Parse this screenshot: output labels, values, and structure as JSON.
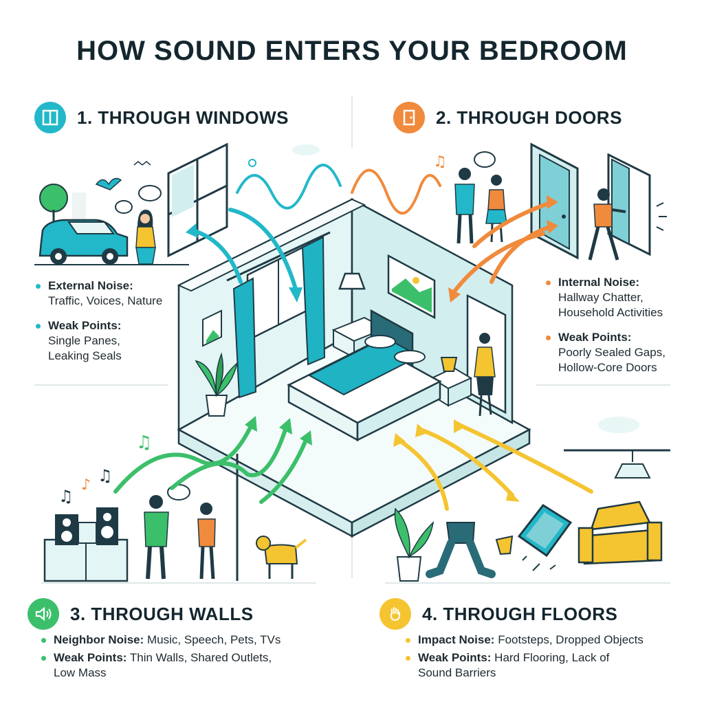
{
  "title": "HOW SOUND ENTERS YOUR BEDROOM",
  "colors": {
    "windows": "#22b8c9",
    "doors": "#f08a3c",
    "walls": "#3cbf6a",
    "floors": "#f5c431",
    "dark": "#1f3a44",
    "room": "#e8f6f6"
  },
  "sections": {
    "windows": {
      "title": "1. THROUGH WINDOWS",
      "icon": "window-icon",
      "b1_label": "External Noise:",
      "b1_text": "Traffic, Voices, Nature",
      "b2_label": "Weak Points:",
      "b2_text1": "Single Panes,",
      "b2_text2": "Leaking Seals"
    },
    "doors": {
      "title": "2. THROUGH DOORS",
      "icon": "door-icon",
      "b1_label": "Internal Noise:",
      "b1_text1": "Hallway Chatter,",
      "b1_text2": "Household Activities",
      "b2_label": "Weak Points:",
      "b2_text1": "Poorly Sealed Gaps,",
      "b2_text2": "Hollow-Core Doors"
    },
    "walls": {
      "title": "3. THROUGH WALLS",
      "icon": "speaker-icon",
      "b1_label": "Neighbor Noise:",
      "b1_text": " Music, Speech, Pets, TVs",
      "b2_label": "Weak Points:",
      "b2_text1": " Thin Walls, Shared Outlets,",
      "b2_text2": "Low Mass"
    },
    "floors": {
      "title": "4. THROUGH FLOORS",
      "icon": "hand-icon",
      "b1_label": "Impact Noise:",
      "b1_text": " Footsteps, Dropped Objects",
      "b2_label": "Weak Points:",
      "b2_text1": " Hard Flooring, Lack of",
      "b2_text2": "Sound Barriers"
    }
  }
}
